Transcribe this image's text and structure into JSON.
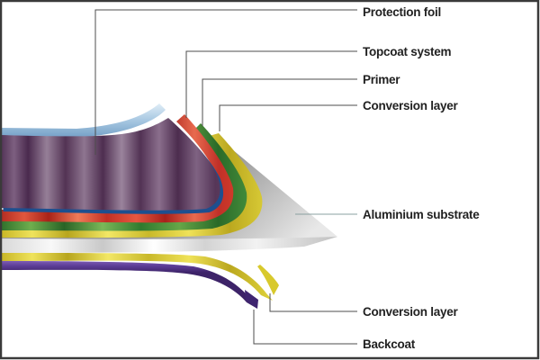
{
  "figure": {
    "description": "Cross-section diagram of coated aluminium sheet layers",
    "background": "#ffffff",
    "border_color": "#3a3a3a",
    "leader_color": "#4d4d4d",
    "leader_color_light": "#8aa0a0",
    "text_color": "#212121",
    "labels": [
      {
        "id": "protection-foil",
        "text": "Protection foil",
        "color": "#5f3f63"
      },
      {
        "id": "topcoat-system",
        "text": "Topcoat system",
        "color": "#d8402c"
      },
      {
        "id": "primer",
        "text": "Primer",
        "color": "#3f8c3a"
      },
      {
        "id": "conversion-layer-top",
        "text": "Conversion layer",
        "color": "#ddd02e"
      },
      {
        "id": "aluminium-substrate",
        "text": "Aluminium substrate",
        "color": "#c9c9c9"
      },
      {
        "id": "conversion-layer-bottom",
        "text": "Conversion layer",
        "color": "#ddd02e"
      },
      {
        "id": "backcoat",
        "text": "Backcoat",
        "color": "#5c3d96"
      }
    ],
    "extra_colors": {
      "foil_edge_line": "#1d4f8f",
      "foil_curl_highlight": "#a8c8e2"
    }
  }
}
